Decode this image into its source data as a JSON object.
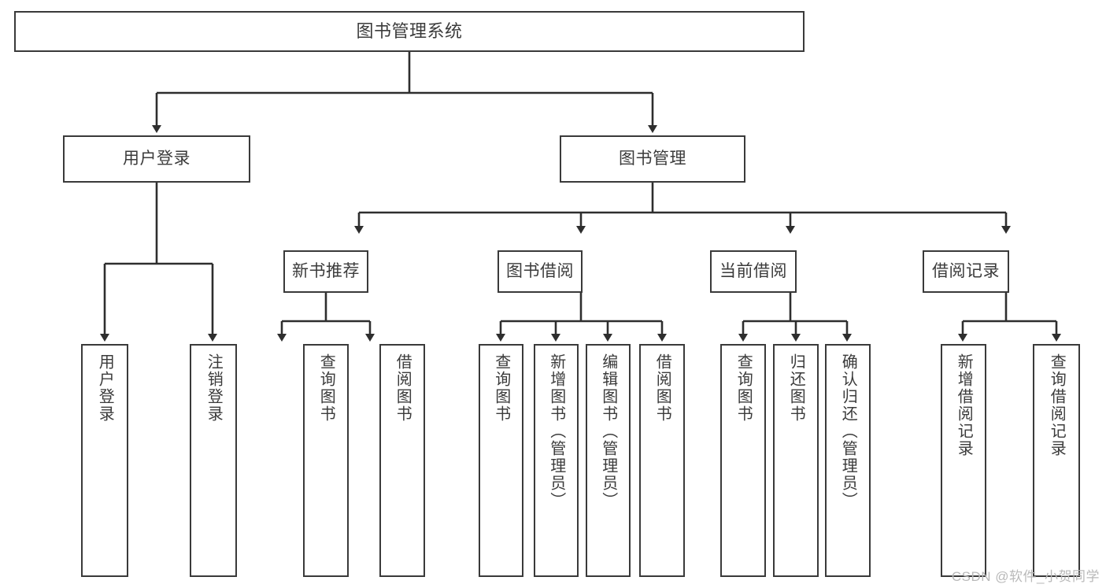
{
  "diagram": {
    "type": "tree",
    "title": "图书管理系统",
    "orientation": "top-down",
    "levels": 4,
    "line_color": "#3a3a3a",
    "box_fill": "#ffffff",
    "text_color": "#3b3b3b"
  },
  "nodes": {
    "root": {
      "label": "图书管理系统"
    },
    "level2": [
      {
        "label": "用户登录"
      },
      {
        "label": "图书管理"
      }
    ],
    "level3": [
      {
        "label": "新书推荐"
      },
      {
        "label": "图书借阅"
      },
      {
        "label": "当前借阅"
      },
      {
        "label": "借阅记录"
      }
    ],
    "leaves": {
      "user_login": [
        {
          "label": "用户登录"
        },
        {
          "label": "注销登录"
        }
      ],
      "new_book_recommend": [
        {
          "label": "查询图书"
        },
        {
          "label": "借阅图书"
        }
      ],
      "book_borrow": [
        {
          "label": "查询图书"
        },
        {
          "label": "新增图书（管理员）"
        },
        {
          "label": "编辑图书（管理员）"
        },
        {
          "label": "借阅图书"
        }
      ],
      "current_borrow": [
        {
          "label": "查询图书"
        },
        {
          "label": "归还图书"
        },
        {
          "label": "确认归还（管理员）"
        }
      ],
      "borrow_record": [
        {
          "label": "新增借阅记录"
        },
        {
          "label": "查询借阅记录"
        }
      ]
    }
  },
  "watermark": {
    "text": "CSDN @软件_小贺同学",
    "color": "#b9b9b9"
  }
}
